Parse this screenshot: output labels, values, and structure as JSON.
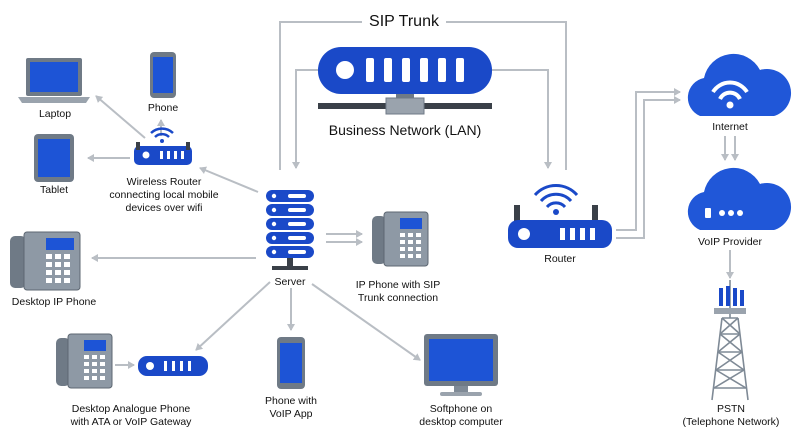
{
  "title_sip": "SIP Trunk",
  "lan_label": "Business Network (LAN)",
  "nodes": {
    "laptop": "Laptop",
    "phone": "Phone",
    "tablet": "Tablet",
    "wireless_router": [
      "Wireless Router",
      "connecting local mobile",
      "devices over wifi"
    ],
    "desktop_ip_phone": "Desktop IP Phone",
    "server": "Server",
    "ip_phone_sip": [
      "IP Phone with SIP",
      "Trunk connection"
    ],
    "router": "Router",
    "internet": "Internet",
    "voip_provider": "VoIP Provider",
    "pstn": [
      "PSTN",
      "(Telephone Network)"
    ],
    "analogue_phone": [
      "Desktop Analogue Phone",
      "with ATA or VoIP Gateway"
    ],
    "phone_voip_app": [
      "Phone with",
      "VoIP App"
    ],
    "softphone": [
      "Softphone on",
      "desktop computer"
    ]
  },
  "colors": {
    "primary": "#1a49c8",
    "line": "#b9bec4",
    "cloud": "#2057d8",
    "device_gray": "#7f8a96"
  }
}
